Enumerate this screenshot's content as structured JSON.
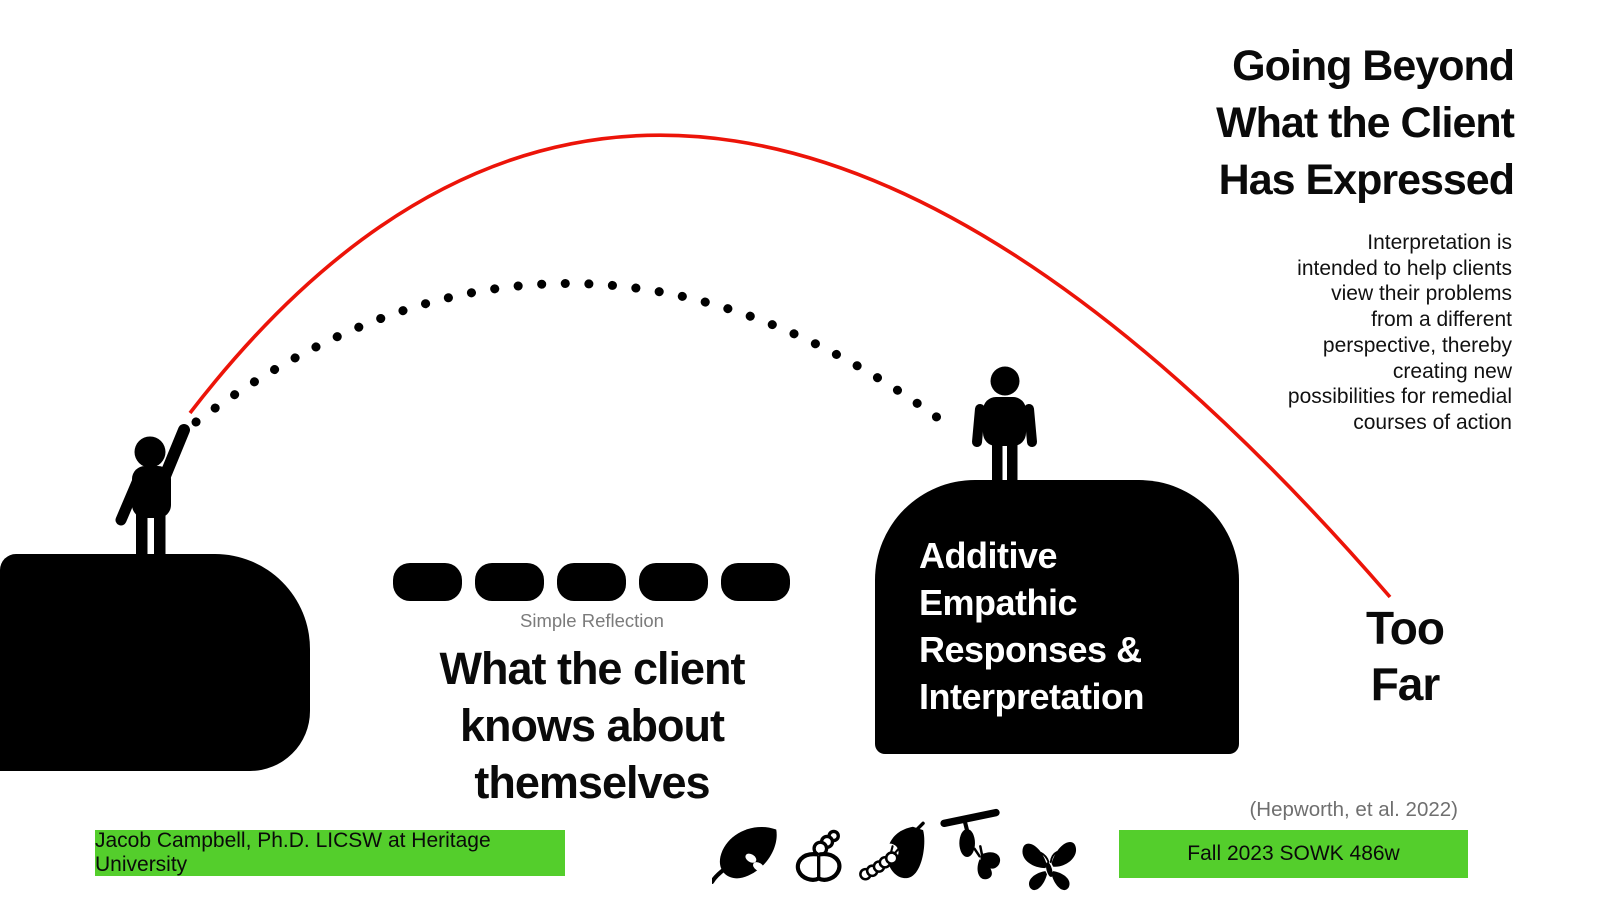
{
  "colors": {
    "arc-red": "#ec1409",
    "banner-green": "#54ce2c",
    "muted-gray": "#7b7b7b",
    "citation-gray": "#6f6f6f"
  },
  "header": {
    "title": "Going Beyond\nWhat the Client\nHas Expressed",
    "description": "Interpretation is\nintended to help clients\nview their problems\nfrom a different\nperspective, thereby\ncreating new\npossibilities for remedial\ncourses of action"
  },
  "diagram": {
    "simple_reflection_label": "Simple Reflection",
    "client_knowledge_label": "What the client\nknows about\nthemselves",
    "right_platform_label": "Additive\nEmpathic\nResponses &\nInterpretation",
    "too_far_label": "Too\nFar",
    "figures": [
      "person-throwing-icon",
      "person-standing-icon"
    ],
    "arcs": [
      "overshoot-red-arc",
      "dotted-trajectory-arc"
    ]
  },
  "icons": {
    "metamorphosis": [
      "leaf-with-eggs",
      "hatching-larva",
      "caterpillar-eating-leaf",
      "chrysalis-emerging-butterfly",
      "butterfly"
    ]
  },
  "footer": {
    "citation": "(Hepworth, et al. 2022)",
    "author_banner": "Jacob Campbell, Ph.D. LICSW at Heritage University",
    "course_banner": "Fall 2023 SOWK 486w"
  }
}
